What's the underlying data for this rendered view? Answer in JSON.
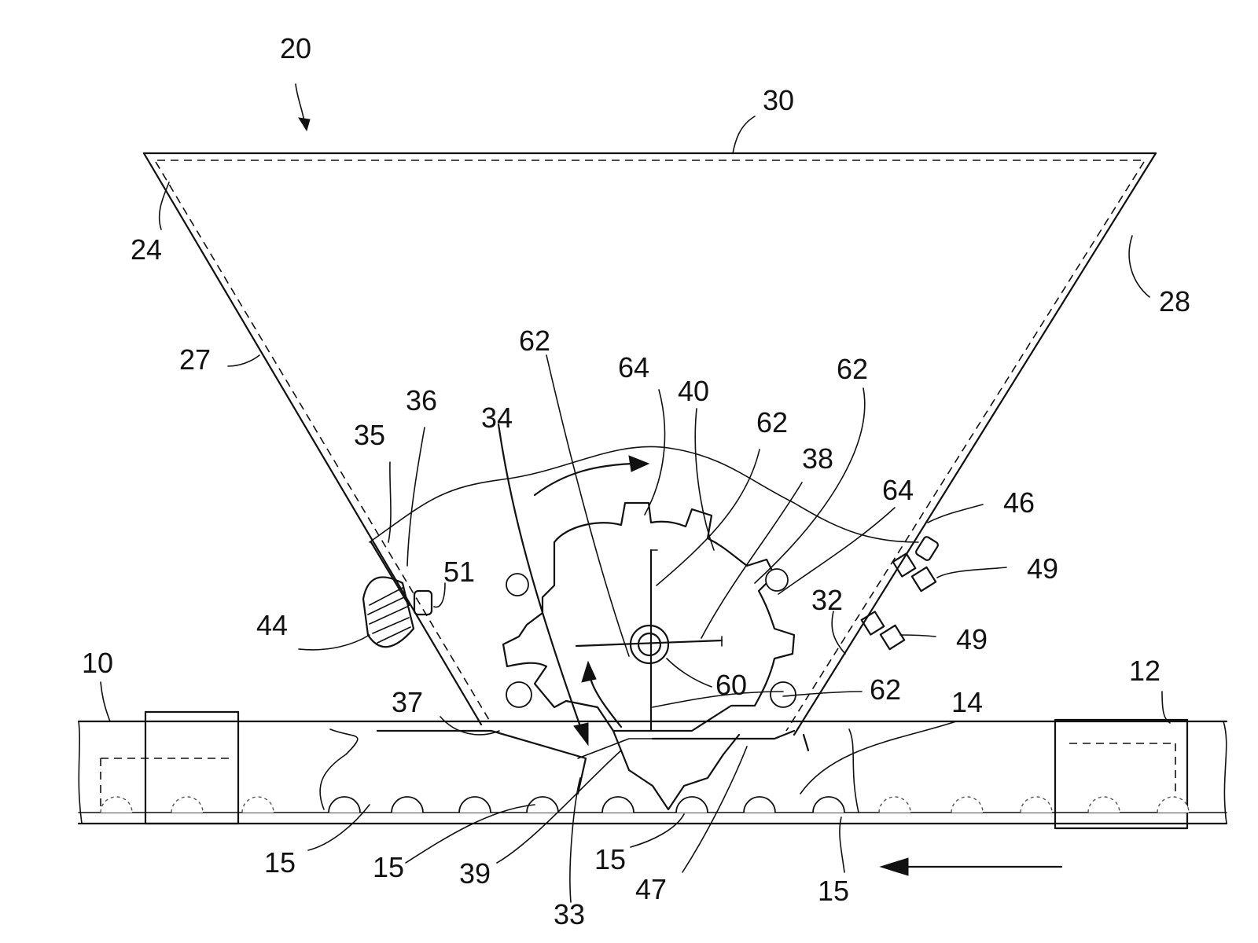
{
  "labels": {
    "l20": "20",
    "l30": "30",
    "l24": "24",
    "l28": "28",
    "l27": "27",
    "l62a": "62",
    "l64a": "64",
    "l40": "40",
    "l62b": "62",
    "l62c": "62",
    "l38": "38",
    "l36": "36",
    "l35": "35",
    "l34": "34",
    "l64b": "64",
    "l46": "46",
    "l49a": "49",
    "l49b": "49",
    "l51": "51",
    "l32": "32",
    "l44": "44",
    "l60": "60",
    "l62d": "62",
    "l10": "10",
    "l12": "12",
    "l37": "37",
    "l14": "14",
    "l15a": "15",
    "l15b": "15",
    "l39": "39",
    "l15c": "15",
    "l33": "33",
    "l47": "47",
    "l15d": "15"
  },
  "colors": {
    "ink": "#111111",
    "paper": "#ffffff"
  }
}
